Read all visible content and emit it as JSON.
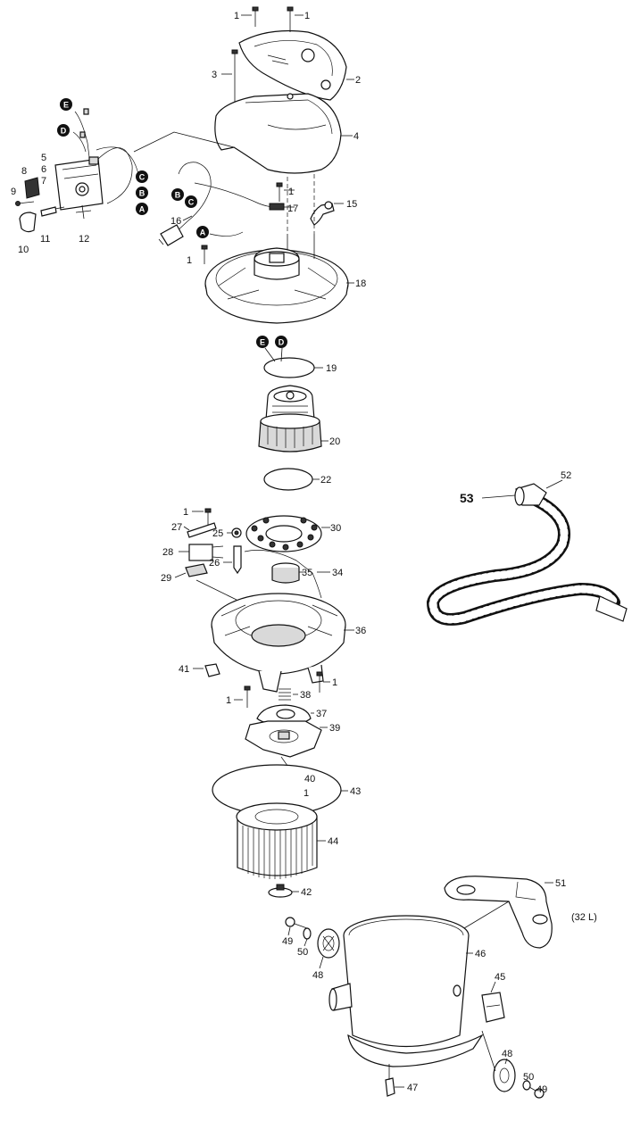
{
  "labels": {
    "l1": "1",
    "l2": "2",
    "l3": "3",
    "l4": "4",
    "l5": "5",
    "l6": "6",
    "l7": "7",
    "l8": "8",
    "l9": "9",
    "l10": "10",
    "l11": "11",
    "l12": "12",
    "l15": "15",
    "l16": "16",
    "l17": "17",
    "l18": "18",
    "l19": "19",
    "l20": "20",
    "l22": "22",
    "l25": "25",
    "l26": "26",
    "l27": "27",
    "l28": "28",
    "l29": "29",
    "l30": "30",
    "l34": "34",
    "l35": "35",
    "l36": "36",
    "l37": "37",
    "l38": "38",
    "l39": "39",
    "l40": "40",
    "l41": "41",
    "l42": "42",
    "l43": "43",
    "l44": "44",
    "l45": "45",
    "l46": "46",
    "l47": "47",
    "l48": "48",
    "l49": "49",
    "l50": "50",
    "l51": "51",
    "l52": "52",
    "l53": "53"
  },
  "connectors": {
    "A": "A",
    "B": "B",
    "C": "C",
    "D": "D",
    "E": "E"
  },
  "notes": {
    "size": "(32 L)"
  }
}
